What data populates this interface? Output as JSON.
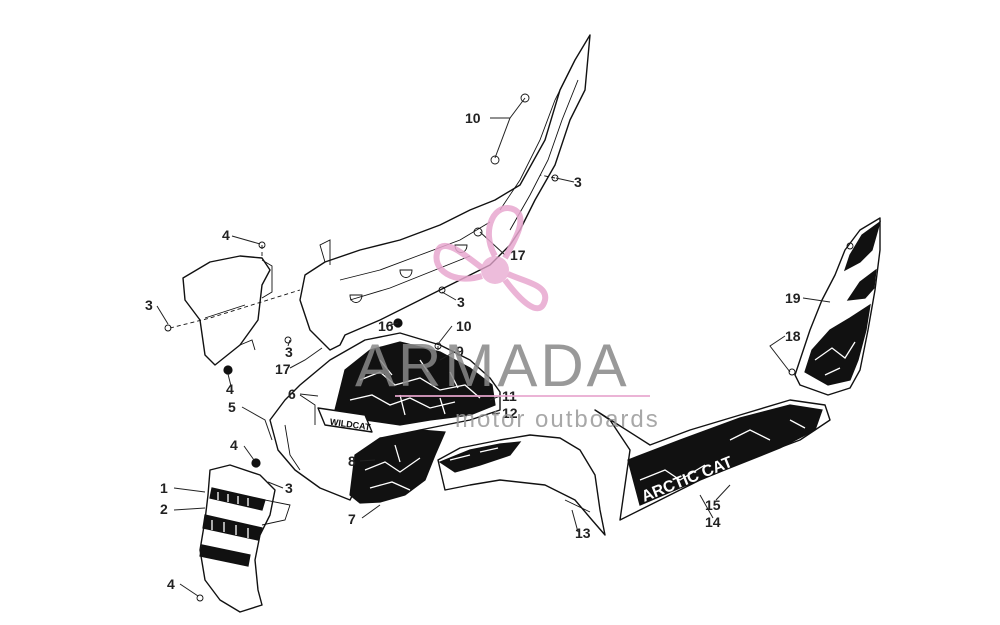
{
  "diagram": {
    "callouts": [
      "1",
      "2",
      "3",
      "3",
      "3",
      "3",
      "3",
      "4",
      "4",
      "4",
      "4",
      "5",
      "6",
      "7",
      "8",
      "9",
      "10",
      "10",
      "11",
      "12",
      "13",
      "14",
      "15",
      "16",
      "17",
      "17",
      "18",
      "19"
    ]
  },
  "watermark": {
    "brand": "ARMADA",
    "tagline": "motor outboards",
    "color": "#e8a7cf"
  },
  "decals": {
    "wildcat": "WILDCAT",
    "arcticcat": "ARCTIC CAT"
  }
}
